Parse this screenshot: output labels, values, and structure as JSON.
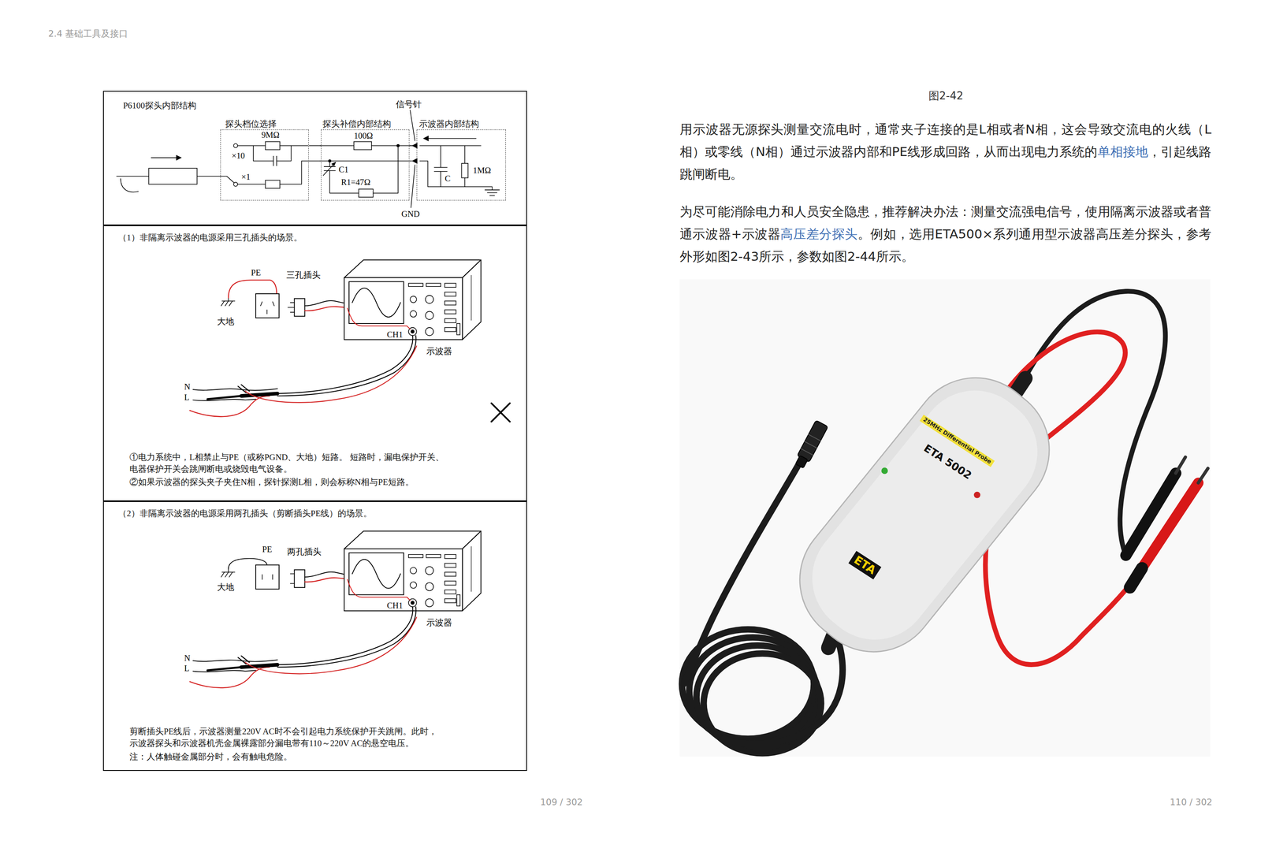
{
  "diagram": {
    "caption": "图2-42",
    "nodes": [
      {
        "text": [
          "P6100探头内部结构"
        ]
      },
      {
        "text": [
          "探头档位选择"
        ],
        "in": 0
      },
      {
        "text": [
          "探头补偿内部结构"
        ],
        "in": 0
      },
      {
        "text": [
          "示波器内部结构"
        ],
        "in": 0
      },
      {
        "text": [
          "（1）非隔离示波器的电源采用三孔插头的场景。",
          "①电力系统中，L相禁止与PE（或称PGND、大地）短路。 短路时，漏电保护开关、电器保护开关会跳闸断电或烧毁电气设备。",
          "②如果示波器的探头夹子夹住N相，探针探测L相，则会标称N相与PE短路。"
        ]
      },
      {
        "text": [
          "（2）非隔离示波器的电源采用两孔插头（剪断插头PE线）的场景。",
          "剪断插头PE线后，示波器测量220V AC时不会引起电力系统保护开关跳闸。此时， 示波器探头和示波器机壳金属裸露部分漏电带有110～220V AC的悬空电压。",
          "注：人体触碰金属部分时，会有触电危险。"
        ]
      }
    ],
    "edges": [
      {
        "from": 1,
        "to": 2,
        "arrow": "none"
      },
      {
        "from": 2,
        "to": 3,
        "arrow": "none"
      }
    ],
    "labels": [
      "2.4 基础工具及接口",
      "9MΩ",
      "×10",
      "×1",
      "100Ω",
      "C1",
      "R1=47Ω",
      "信号针",
      "GND",
      "C",
      "1MΩ",
      "PE",
      "三孔插头",
      "大地",
      "CH1",
      "示波器",
      "N",
      "L",
      "PE",
      "两孔插头",
      "大地",
      "CH1",
      "示波器",
      "N",
      "L",
      "用示波器无源探头测量交流电时，通常夹子连接的是L相或者N相，这会导致交流电的火线（L相）或零线（N相）通过示波器内部和PE线形成回路，从而出现电力系统的",
      "单相接地",
      "，引起线路跳闸断电。",
      "为尽可能消除电力和人员安全隐患，推荐解决办法：测量交流强电信号，使用隔离示波器或者普通示波器+示波器",
      "高压差分探头",
      "。例如，选用ETA500×系列通用型示波器高压差分探头，参考外形如图2-43所示，参数如图2-44所示。",
      "25MHz Differential Probe",
      "ETA 5002",
      "ETA",
      "109 / 302",
      "110 / 302"
    ]
  }
}
